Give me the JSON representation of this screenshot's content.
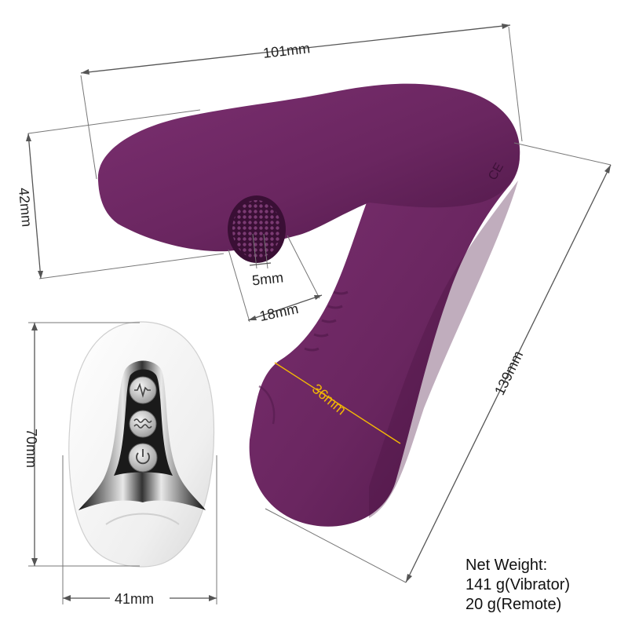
{
  "dimensions": {
    "vibrator_length": "101mm",
    "tip_height": "42mm",
    "nozzle_inner": "5mm",
    "nozzle_outer": "18mm",
    "shaft_width": "36mm",
    "total_length": "139mm",
    "remote_height": "70mm",
    "remote_width": "41mm"
  },
  "weight": {
    "heading": "Net Weight:",
    "vibrator": "141 g(Vibrator)",
    "remote": "20 g(Remote)"
  },
  "colors": {
    "body": "#6a2660",
    "body_shadow": "#4a1443",
    "highlight": "#f2b705",
    "remote_shell": "#f4f4f4",
    "remote_panel": "#1a1a1a"
  },
  "icons": {
    "ce_mark": "CE",
    "button_top": "pulse-wave-icon",
    "button_mid": "vibration-wave-icon",
    "button_bottom": "power-icon"
  }
}
